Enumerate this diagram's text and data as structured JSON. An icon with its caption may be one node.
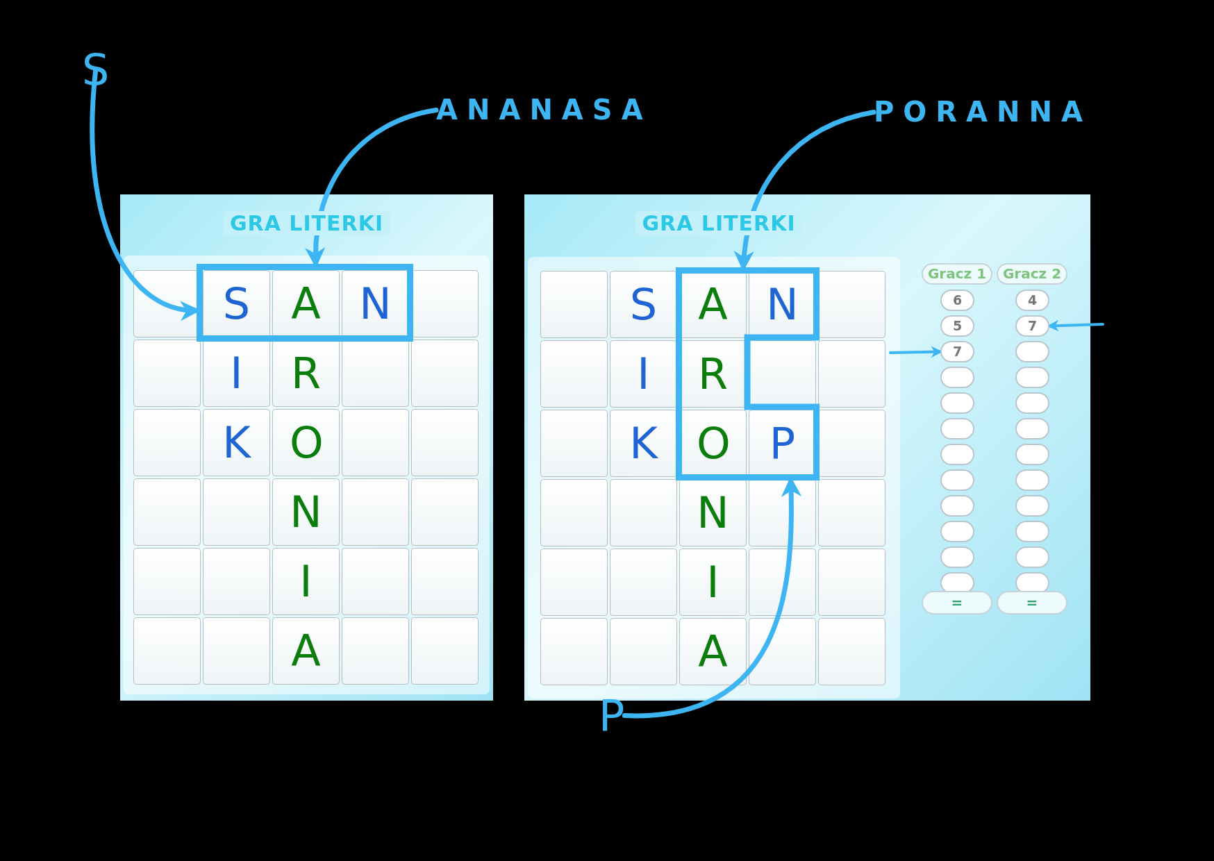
{
  "diagram": {
    "nodes": [
      {
        "text": [
          "S"
        ]
      },
      {
        "text": [
          "ANANASA"
        ]
      },
      {
        "text": [
          "PORANNA"
        ]
      },
      {
        "text": [
          "GRA LITERKI"
        ]
      },
      {
        "text": [],
        "shape": "box",
        "in": 3
      },
      {
        "text": [
          "GRA LITERKI"
        ]
      },
      {
        "text": [],
        "shape": "box",
        "in": 5
      },
      {
        "text": [
          "6"
        ],
        "in": 5
      },
      {
        "text": [
          "4"
        ],
        "in": 5
      },
      {
        "text": [
          "5"
        ],
        "in": 5
      },
      {
        "text": [
          "7"
        ],
        "in": 5
      },
      {
        "text": [
          "7"
        ],
        "in": 5
      },
      {
        "text": [],
        "shape": "box",
        "in": 5
      },
      {
        "text": [],
        "shape": "box",
        "in": 5
      },
      {
        "text": [],
        "shape": "box",
        "in": 5
      },
      {
        "text": [],
        "shape": "box",
        "in": 5
      },
      {
        "text": [],
        "shape": "box",
        "in": 5
      },
      {
        "text": [],
        "shape": "box",
        "in": 5
      },
      {
        "text": [],
        "shape": "box",
        "in": 5
      },
      {
        "text": [],
        "shape": "box",
        "in": 5
      },
      {
        "text": [],
        "shape": "box",
        "in": 5
      },
      {
        "text": [],
        "shape": "box",
        "in": 5
      },
      {
        "text": [],
        "shape": "box",
        "in": 5
      },
      {
        "text": [],
        "shape": "box",
        "in": 5
      },
      {
        "text": [],
        "shape": "box",
        "in": 5
      },
      {
        "text": [],
        "shape": "box",
        "in": 5
      },
      {
        "text": [],
        "shape": "box",
        "in": 5
      },
      {
        "text": [],
        "shape": "box",
        "in": 5
      },
      {
        "text": [],
        "shape": "box",
        "in": 5
      },
      {
        "text": [],
        "shape": "box",
        "in": 5
      },
      {
        "text": [],
        "shape": "box",
        "in": 5
      },
      {
        "text": [
          "P"
        ]
      }
    ],
    "edges": [
      {
        "from": 0,
        "to": 4,
        "arrow": "to"
      },
      {
        "from": 1,
        "to": 4,
        "arrow": "to"
      },
      {
        "from": 2,
        "to": 6,
        "arrow": "to"
      },
      {
        "from": 31,
        "to": 6,
        "arrow": "to"
      },
      {
        "from": null,
        "to": 11,
        "arrow": "to"
      },
      {
        "from": null,
        "to": 10,
        "arrow": "to"
      }
    ],
    "labels": [
      "S",
      "A",
      "N",
      "I",
      "R",
      "K",
      "O",
      "N",
      "I",
      "A",
      "S",
      "A",
      "N",
      "I",
      "R",
      "K",
      "O",
      "P",
      "N",
      "I",
      "A",
      "Gracz 1",
      "Gracz 2",
      "=",
      "="
    ]
  }
}
